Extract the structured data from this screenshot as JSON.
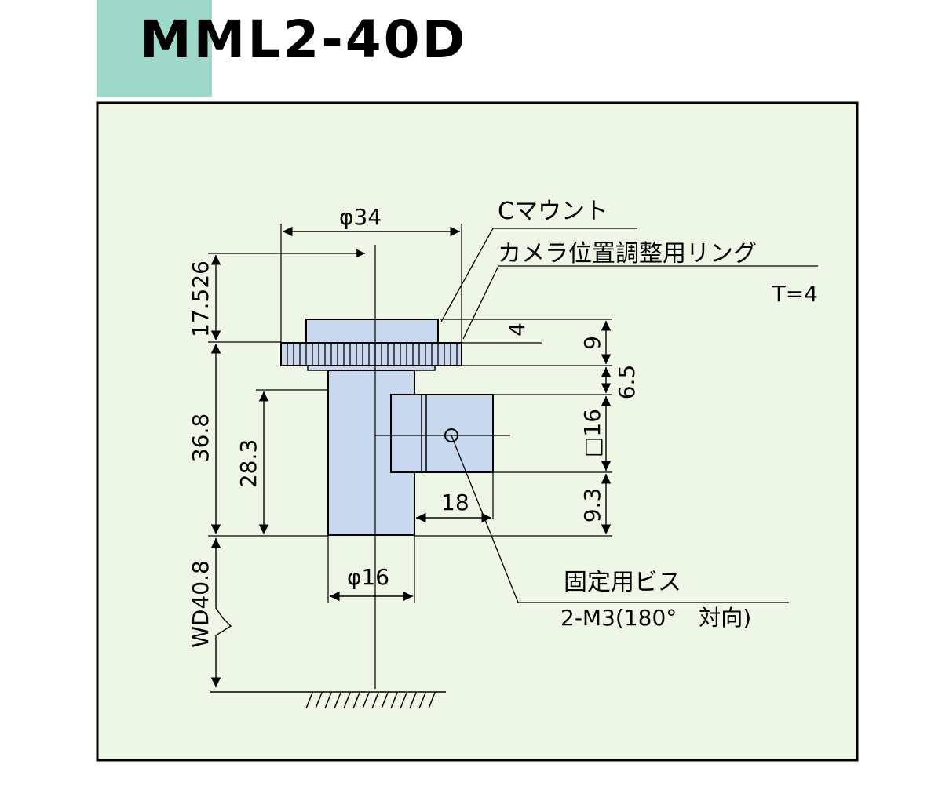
{
  "title": "MML2-40D",
  "colors": {
    "panel_bg": "#eef7e6",
    "title_tab": "#9ed8c8",
    "body_fill": "#c8d8ee",
    "outline": "#000000"
  },
  "labels": {
    "top_diameter": "φ34",
    "c_mount": "Cマウント",
    "ring": "カメラ位置調整用リング",
    "ring_thickness": "T=4",
    "dim_4": "4",
    "dim_9": "9",
    "dim_6_5": "6.5",
    "dim_16_square": "□16",
    "dim_9_3": "9.3",
    "dim_18": "18",
    "dim_17_526": "17.526",
    "dim_36_8": "36.8",
    "dim_28_3": "28.3",
    "wd": "WD40.8",
    "bottom_diameter": "φ16",
    "screw": "固定用ビス",
    "screw_spec": "2-M3(180°　対向)"
  }
}
